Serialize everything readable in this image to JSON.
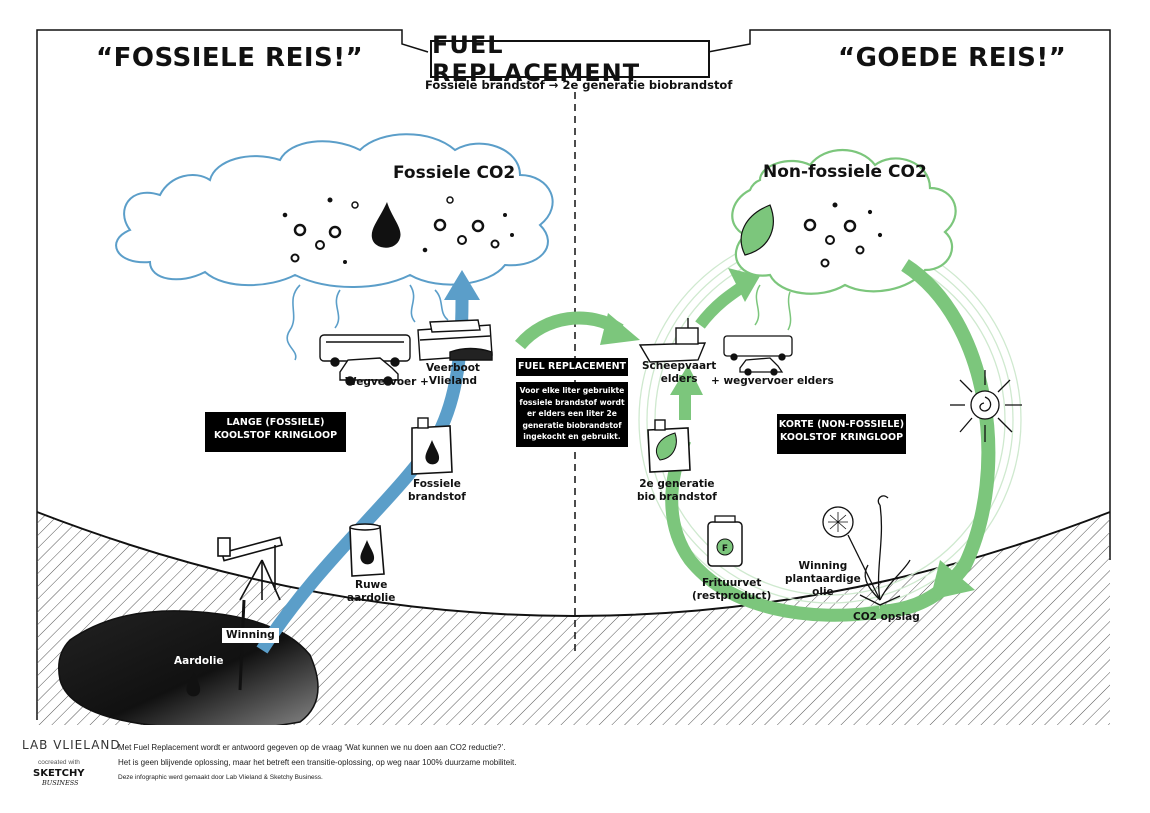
{
  "header": {
    "title": "FUEL REPLACEMENT",
    "subtitle": "Fossiele brandstof → 2e generatie biobrandstof",
    "left_heading": "“FOSSIELE REIS!”",
    "right_heading": "“GOEDE REIS!”"
  },
  "left": {
    "cloud_title": "Fossiele CO2",
    "road_label": "Wegvervoer +",
    "ferry_label_1": "Veerboot",
    "ferry_label_2": "Vlieland",
    "fuel_label_1": "Fossiele",
    "fuel_label_2": "brandstof",
    "crude_label_1": "Ruwe",
    "crude_label_2": "aardolie",
    "winning_label": "Winning",
    "aardolie_label": "Aardolie",
    "cycle_box_1": "LANGE (FOSSIELE)",
    "cycle_box_2": "KOOLSTOF KRINGLOOP"
  },
  "middle": {
    "box_title": "FUEL REPLACEMENT",
    "box_lines": [
      "Voor elke liter gebruikte",
      "fossiele brandstof wordt",
      "er elders een liter 2e",
      "generatie biobrandstof",
      "ingekocht en gebruikt."
    ]
  },
  "right": {
    "cloud_title": "Non-fossiele CO2",
    "ship_label_1": "Scheepvaart",
    "ship_label_2": "elders",
    "road_label": "+ wegvervoer elders",
    "biofuel_label_1": "2e generatie",
    "biofuel_label_2": "bio brandstof",
    "fryer_label_1": "Frituurvet",
    "fryer_label_2": "(restproduct)",
    "plant_label_1": "Winning",
    "plant_label_2": "plantaardige",
    "plant_label_3": "olie",
    "storage_label": "CO2 opslag",
    "cycle_box_1": "KORTE (NON-FOSSIELE)",
    "cycle_box_2": "KOOLSTOF KRINGLOOP"
  },
  "footer": {
    "logo_main": "LAB VLIELAND",
    "cocreated": "cocreated with",
    "sketchy": "SKETCHY",
    "business": "BUSINESS",
    "line1": "Met Fuel Replacement wordt er antwoord gegeven op de vraag ‘Wat kunnen we nu doen aan CO2 reductie?’.",
    "line2": "Het is geen blijvende oplossing, maar het betreft een transitie-oplossing, op weg naar 100% duurzame mobiliteit.",
    "line3": "Deze infographic werd gemaakt door Lab Vlieland & Sketchy Business."
  },
  "colors": {
    "blue": "#5b9ec9",
    "green": "#7cc67c",
    "black": "#000000"
  }
}
